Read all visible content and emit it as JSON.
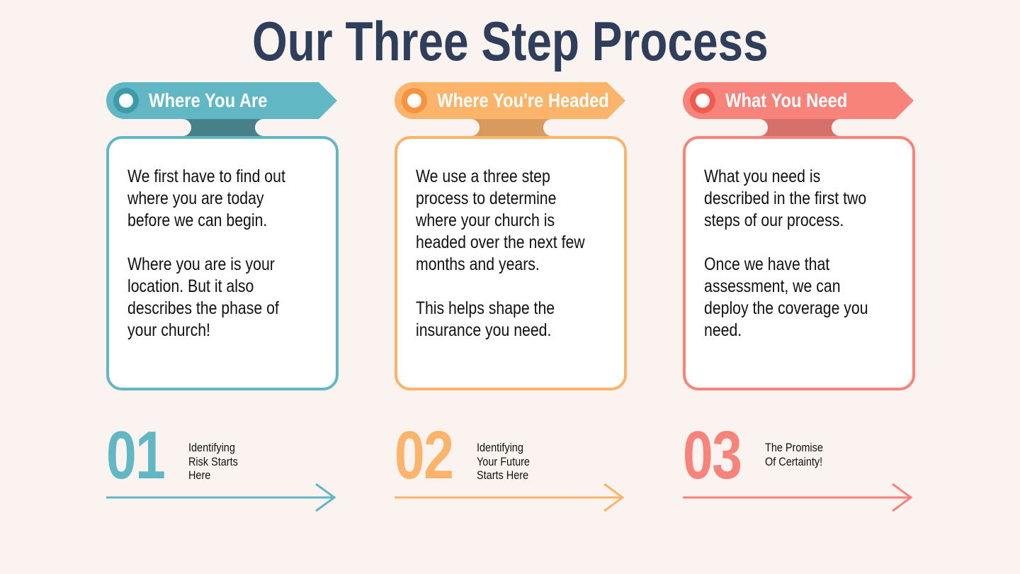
{
  "title": "Our Three Step Process",
  "steps": [
    {
      "heading": "Where You Are",
      "body": "We first have to find out\nwhere you are today\nbefore we can begin.\n\nWhere you are is your\nlocation. But it also\ndescribes the phase of\nyour church!",
      "number": "01",
      "caption": "Identifying\nRisk Starts\nHere",
      "color": "#62b7c4",
      "dark": "#478089",
      "ring": "#3e9aa8"
    },
    {
      "heading": "Where You're Headed",
      "body": "We use a three step\nprocess to determine\nwhere your church is\nheaded over the next few\nmonths and years.\n\nThis helps shape the\ninsurance you need.",
      "number": "02",
      "caption": "Identifying\nYour Future\nStarts Here",
      "color": "#fbb46a",
      "dark": "#d99a5e",
      "ring": "#f7923e"
    },
    {
      "heading": "What You Need",
      "body": "What you need is\ndescribed in the first two\nsteps of our process.\n\nOnce we have that\nassessment, we can\ndeploy the coverage you\nneed.",
      "number": "03",
      "caption": "The Promise\nOf Certainty!",
      "color": "#f7837a",
      "dark": "#d5706a",
      "ring": "#f05a50"
    }
  ]
}
